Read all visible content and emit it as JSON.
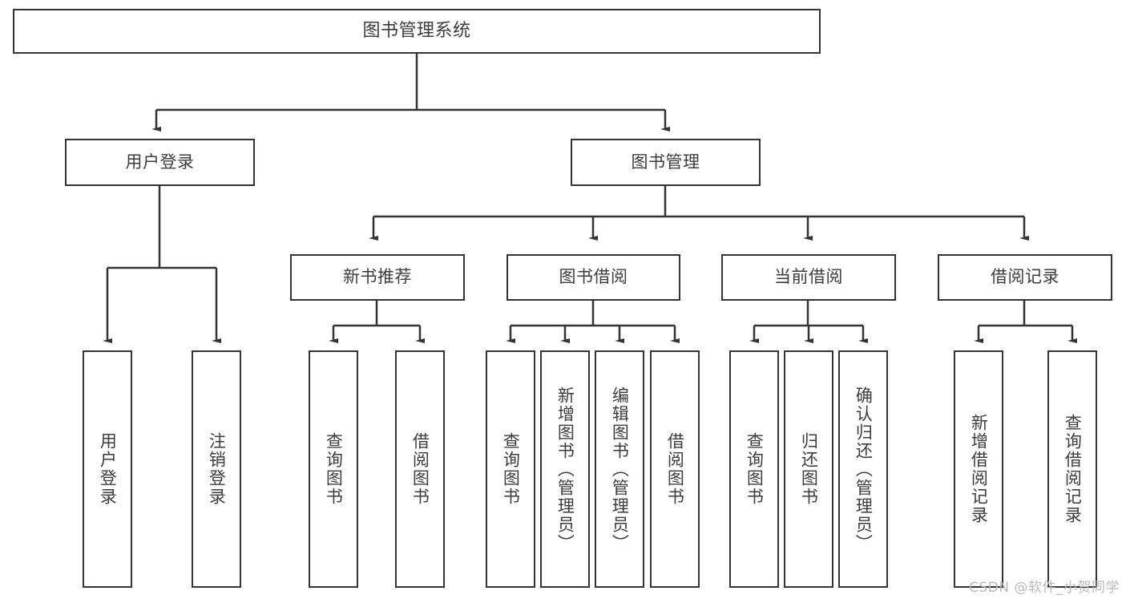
{
  "diagram": {
    "title": "图书管理系统",
    "type": "tree-hierarchy",
    "watermark": "CSDN @软件_小贺同学",
    "colors": {
      "stroke": "#333333",
      "text": "#3c3c3c",
      "background": "#ffffff",
      "watermark": "#b9b9b9"
    },
    "root": {
      "label": "图书管理系统"
    },
    "level2": [
      {
        "label": "用户登录"
      },
      {
        "label": "图书管理"
      }
    ],
    "level3": [
      {
        "label": "新书推荐"
      },
      {
        "label": "图书借阅"
      },
      {
        "label": "当前借阅"
      },
      {
        "label": "借阅记录"
      }
    ],
    "leaves": {
      "user_login": [
        {
          "label": "用户登录"
        },
        {
          "label": "注销登录"
        }
      ],
      "new_book_recommend": [
        {
          "label": "查询图书"
        },
        {
          "label": "借阅图书"
        }
      ],
      "book_borrow": [
        {
          "label": "查询图书"
        },
        {
          "label": "新增图书（管理员）"
        },
        {
          "label": "编辑图书（管理员）"
        },
        {
          "label": "借阅图书"
        }
      ],
      "current_borrow": [
        {
          "label": "查询图书"
        },
        {
          "label": "归还图书"
        },
        {
          "label": "确认归还（管理员）"
        }
      ],
      "borrow_records": [
        {
          "label": "新增借阅记录"
        },
        {
          "label": "查询借阅记录"
        }
      ]
    }
  }
}
